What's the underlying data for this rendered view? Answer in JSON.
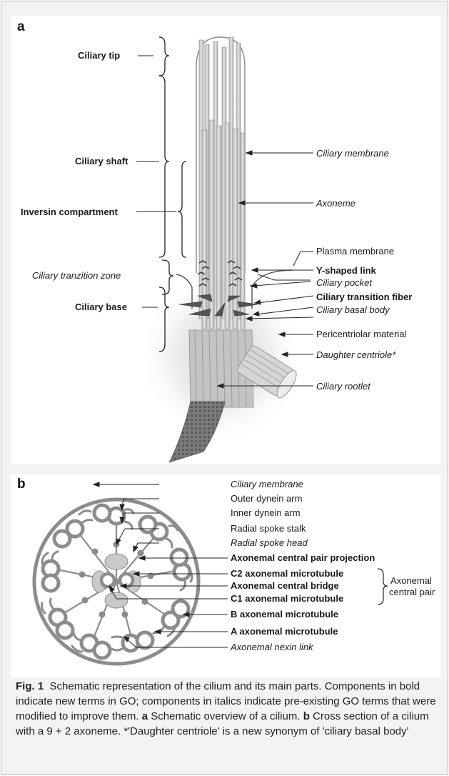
{
  "panel_a": {
    "letter": "a",
    "left_labels": {
      "ciliary_tip": "Ciliary tip",
      "ciliary_shaft": "Ciliary shaft",
      "inversin_compartment": "Inversin compartment",
      "transition_zone": "Ciliary tranzition zone",
      "ciliary_base": "Ciliary base"
    },
    "right_labels": {
      "ciliary_membrane": "Ciliary membrane",
      "axoneme": "Axoneme",
      "plasma_membrane": "Plasma membrane",
      "y_shaped_link": "Y-shaped link",
      "ciliary_pocket": "Ciliary pocket",
      "transition_fiber": "Ciliary transition fiber",
      "basal_body": "Ciliary basal body",
      "pericentriolar": "Pericentriolar material",
      "daughter_centriole": "Daughter centriole*",
      "rootlet": "Ciliary rootlet"
    }
  },
  "panel_b": {
    "letter": "b",
    "labels": {
      "ciliary_membrane": "Ciliary membrane",
      "outer_dynein": "Outer dynein arm",
      "inner_dynein": "Inner dynein arm",
      "radial_spoke_stalk": "Radial spoke stalk",
      "radial_spoke_head": "Radial spoke head",
      "central_pair_projection": "Axonemal central pair projection",
      "c2": "C2 axonemal microtubule",
      "central_bridge": "Axonemal central bridge",
      "c1": "C1 axonemal microtubule",
      "b_tubule": "B axonemal microtubule",
      "a_tubule": "A axonemal microtubule",
      "nexin_link": "Axonemal nexin link"
    },
    "central_pair_group_line1": "Axonemal",
    "central_pair_group_line2": "central pair"
  },
  "caption": {
    "fig_label": "Fig. 1",
    "title_text": "Schematic representation of the cilium and its main parts.",
    "body_text": "Components in bold indicate new terms in GO; components in italics indicate pre-existing GO terms that were modified to improve them.",
    "a_letter": "a",
    "a_text": "Schematic overview of a cilium.",
    "b_letter": "b",
    "b_text": "Cross section of a cilium with a 9 + 2 axoneme. *'Daughter centriole' is a new synonym of 'ciliary basal body'"
  },
  "colors": {
    "tubule_fill": "#cfcfcf",
    "tubule_stroke": "#8a8a8a",
    "rootlet": "#6e6e6e",
    "cross_section": "#8c8c8c",
    "label_text": "#1a1a1a"
  }
}
